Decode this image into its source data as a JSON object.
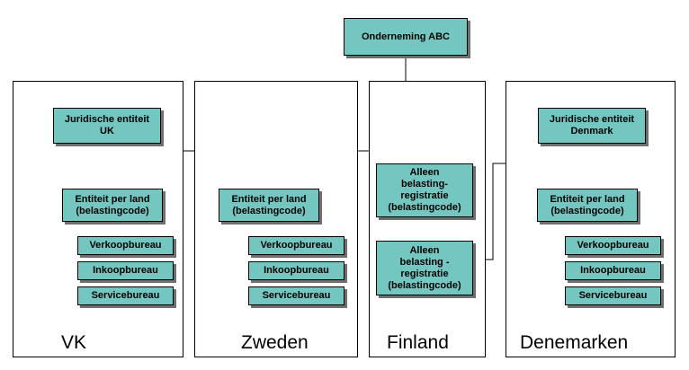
{
  "company": "Onderneming ABC",
  "columns": [
    {
      "country": "VK",
      "legal_entity": "Juridische entiteit\nUK",
      "country_entity": "Entiteit per land\n(belastingcode)",
      "offices": [
        "Verkoopbureau",
        "Inkoopbureau",
        "Servicebureau"
      ]
    },
    {
      "country": "Zweden",
      "country_entity": "Entiteit per land\n(belastingcode)",
      "offices": [
        "Verkoopbureau",
        "Inkoopbureau",
        "Servicebureau"
      ]
    },
    {
      "country": "Finland",
      "tax_registrations": [
        "Alleen\nbelasting-\nregistratie\n(belastingcode)",
        "Alleen\nbelasting -\nregistratie\n(belastingcode)"
      ]
    },
    {
      "country": "Denemarken",
      "legal_entity": "Juridische entiteit\nDenmark",
      "country_entity": "Entiteit per land\n(belastingcode)",
      "offices": [
        "Verkoopbureau",
        "Inkoopbureau",
        "Servicebureau"
      ]
    }
  ],
  "colors": {
    "box_fill": "#74c7c1",
    "shadow": "#6f6f6f",
    "line": "#000000"
  }
}
